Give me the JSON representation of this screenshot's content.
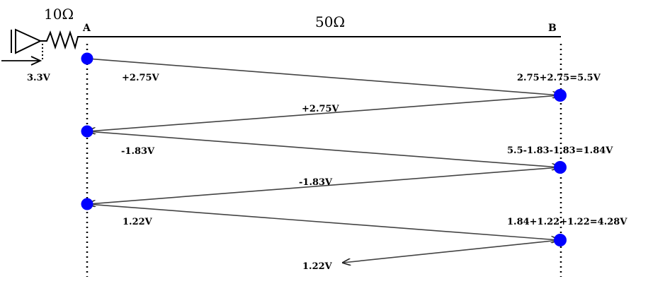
{
  "source": {
    "resistance": "10Ω",
    "voltage": "3.3V"
  },
  "line": {
    "impedance": "50Ω",
    "end_a": "A",
    "end_b": "B"
  },
  "reflections": [
    {
      "label": "+2.75V"
    },
    {
      "label": "+2.75V"
    },
    {
      "label": "-1.83V"
    },
    {
      "label": "-1.83V"
    },
    {
      "label": "1.22V"
    },
    {
      "label": "1.22V"
    }
  ],
  "node_values_b": [
    "2.75+2.75=5.5V",
    "5.5-1.83-1.83=1.84V",
    "1.84+1.22+1.22=4.28V"
  ],
  "colors": {
    "node": "#0000ff",
    "line": "#000000",
    "arrow": "#404040"
  }
}
